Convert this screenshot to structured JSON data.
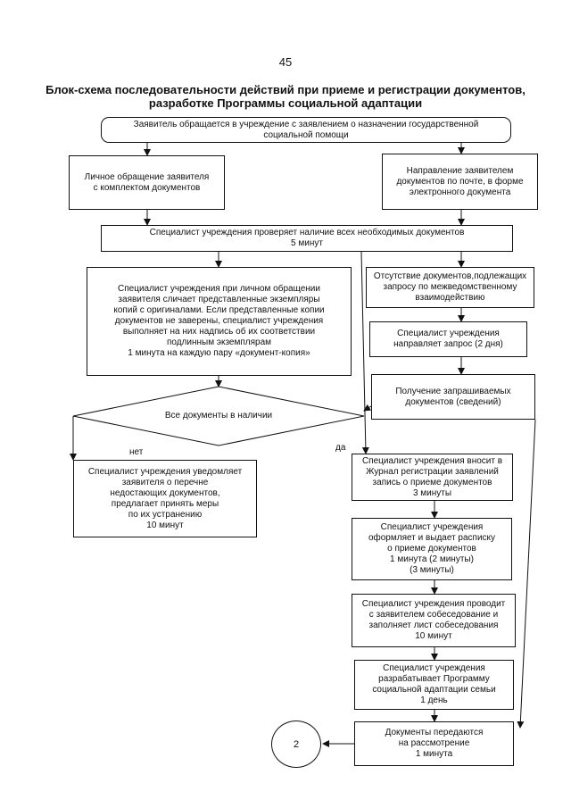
{
  "page_number": "45",
  "title": "Блок-схема последовательности действий при приеме и регистрации документов, разработке Программы социальной адаптации",
  "nodes": {
    "start": "Заявитель обращается в учреждение с заявлением о назначении государственной\nсоциальной помощи",
    "personal": "Личное обращение заявителя\nс комплектом документов",
    "mail": "Направление заявителем\nдокументов по почте, в форме\nэлектронного документа",
    "check": "Специалист учреждения проверяет наличие всех необходимых документов\n5 минут",
    "compare": "Специалист учреждения при личном обращении\nзаявителя сличает представленные экземпляры\nкопий с оригиналами. Если представленные копии\nдокументов не заверены, специалист учреждения\nвыполняет на них надпись об их соответствии\nподлинным экземплярам\n1 минута на каждую пару «документ-копия»",
    "absent": "Отсутствие документов,подлежащих\nзапросу по межведомственному\nвзаимодействию",
    "request": "Специалист учреждения\nнаправляет запрос (2 дня)",
    "received": "Получение запрашиваемых\nдокументов (сведений)",
    "decision": "Все документы в наличии",
    "notify": "Специалист учреждения уведомляет\nзаявителя о перечне\nнедостающих документов,\nпредлагает принять меры\nпо их устранению\n10 минут",
    "journal": "Специалист учреждения вносит в\nЖурнал регистрации заявлений\nзапись о приеме документов\n3 минуты",
    "receipt": "Специалист учреждения\nоформляет и выдает расписку\nо приеме документов\n1 минута (2 минуты)\n(3 минуты)",
    "interview": "Специалист учреждения проводит\nс заявителем собеседование и\nзаполняет лист собеседования\n10 минут",
    "program": "Специалист учреждения\nразрабатывает Программу\nсоциальной адаптации семьи\n1 день",
    "transfer": "Документы передаются\nна рассмотрение\n1 минута",
    "connector": "2"
  },
  "labels": {
    "no": "нет",
    "yes": "да"
  }
}
